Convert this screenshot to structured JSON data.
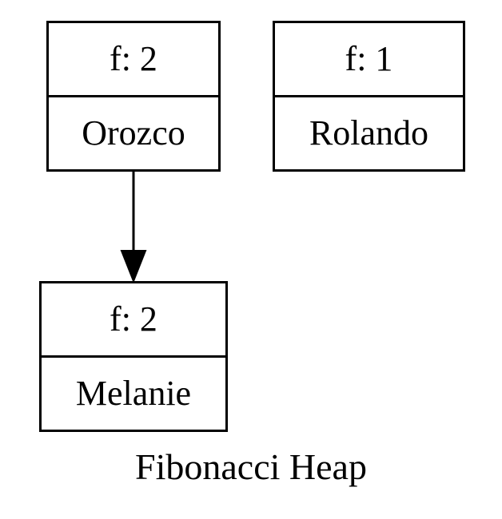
{
  "diagram": {
    "caption": "Fibonacci Heap",
    "nodes": [
      {
        "id": "orozco",
        "key": "f: 2",
        "name": "Orozco"
      },
      {
        "id": "rolando",
        "key": "f: 1",
        "name": "Rolando"
      },
      {
        "id": "melanie",
        "key": "f: 2",
        "name": "Melanie"
      }
    ],
    "edges": [
      {
        "from": "Orozco",
        "to": "Melanie"
      }
    ]
  }
}
